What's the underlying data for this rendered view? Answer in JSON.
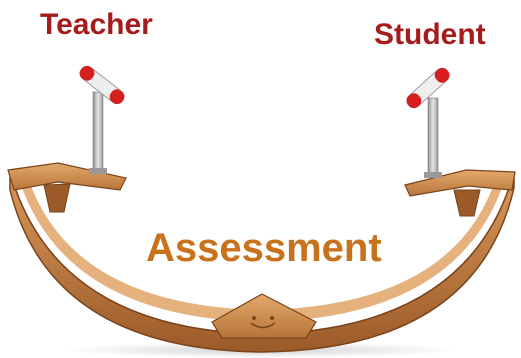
{
  "labels": {
    "left": "Teacher",
    "right": "Student",
    "center": "Assessment"
  },
  "colors": {
    "side_label": "#a61b1b",
    "center_label": "#c8731c",
    "wood_light": "#c98a4e",
    "wood_dark": "#8a4f22",
    "pole": "#b8b8b8",
    "handle_red": "#d81f1f",
    "background": "#ffffff"
  },
  "icons": [
    "seesaw-icon",
    "left-lever-icon",
    "right-lever-icon",
    "smiley-icon"
  ]
}
